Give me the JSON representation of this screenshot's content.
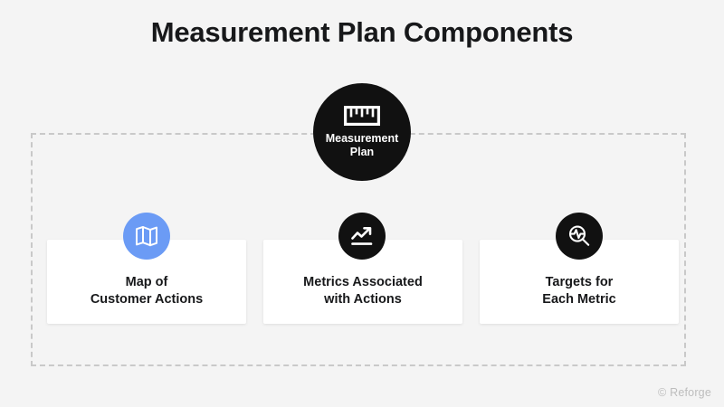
{
  "slide": {
    "title": "Measurement Plan Components",
    "background_color": "#f4f4f4",
    "title_color": "#17181a"
  },
  "frame": {
    "style": "dashed",
    "border_color": "#c9c9c9"
  },
  "hub": {
    "icon": "ruler-icon",
    "label": "Measurement\nPlan",
    "background_color": "#111111",
    "text_color": "#ffffff"
  },
  "cards": [
    {
      "icon": "map-icon",
      "icon_background_color": "#6b9bf5",
      "label": "Map of\nCustomer Actions"
    },
    {
      "icon": "line-chart-icon",
      "icon_background_color": "#111111",
      "label": "Metrics Associated\nwith Actions"
    },
    {
      "icon": "magnifier-pulse-icon",
      "icon_background_color": "#111111",
      "label": "Targets for\nEach Metric"
    }
  ],
  "watermark": {
    "text": "© Reforge",
    "color": "#bdbdbd"
  }
}
